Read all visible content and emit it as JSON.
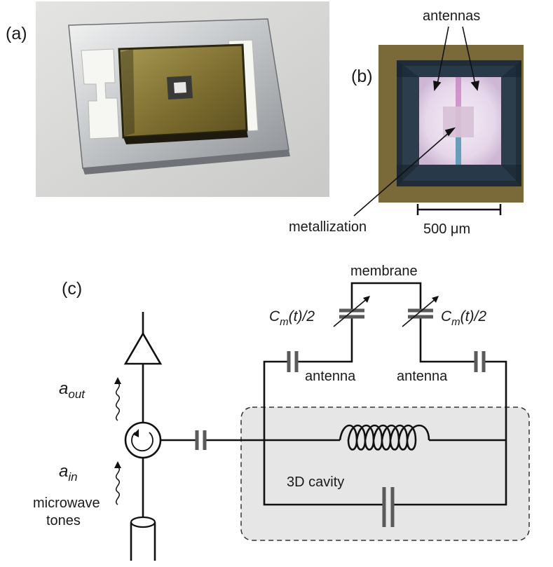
{
  "panels": {
    "a": "(a)",
    "b": "(b)",
    "c": "(c)"
  },
  "photo_b": {
    "antennas_label": "antennas",
    "metallization_label": "metallization",
    "scalebar_label": "500 μm"
  },
  "circuit": {
    "membrane_label": "membrane",
    "cap_left_label": {
      "main": "C",
      "sub": "m",
      "rest": "(t)/2"
    },
    "cap_right_label": {
      "main": "C",
      "sub": "m",
      "rest": "(t)/2"
    },
    "antenna_left_label": "antenna",
    "antenna_right_label": "antenna",
    "aout_label": {
      "main": "a",
      "sub": "out"
    },
    "ain_label": {
      "main": "a",
      "sub": "in"
    },
    "cavity_label": "3D cavity",
    "tones_line1": "microwave",
    "tones_line2": "tones"
  },
  "colors": {
    "photo_a_bg": "#d6d6d4",
    "chip_gold": "#8a7a3a",
    "photo_b_frame": "#7a6a3a",
    "cavity_fill": "#e6e6e6",
    "capacitor_gray": "#5a5a5a"
  }
}
